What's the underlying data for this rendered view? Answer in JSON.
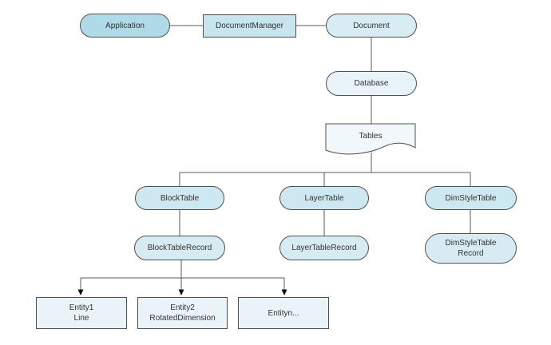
{
  "diagram": {
    "nodes": {
      "application": {
        "label": "Application"
      },
      "document_manager": {
        "label": "DocumentManager"
      },
      "document": {
        "label": "Document"
      },
      "database": {
        "label": "Database"
      },
      "tables": {
        "label": "Tables"
      },
      "block_table": {
        "label": "BlockTable"
      },
      "layer_table": {
        "label": "LayerTable"
      },
      "dim_style_table": {
        "label": "DimStyleTable"
      },
      "block_table_record": {
        "label": "BlockTableRecord"
      },
      "layer_table_record": {
        "label": "LayerTableRecord"
      },
      "dim_style_table_record": {
        "line1": "DimStyleTable",
        "line2": "Record"
      },
      "entity1": {
        "line1": "Entity1",
        "line2": "Line"
      },
      "entity2": {
        "line1": "Entity2",
        "line2": "RotatedDimension"
      },
      "entityn": {
        "line1": "Entityn...",
        "line2": ""
      }
    }
  },
  "colors": {
    "c-app": "#aedbe7",
    "c-dm": "#c6e5ee",
    "c-doc": "#d7edf3",
    "c-db": "#e8f4f9",
    "c-tables": "#f0f8fb",
    "c-table": "#cde8f0",
    "c-record": "#d6ebf2",
    "c-entity": "#e9f3f8",
    "c-border": "#4f4f4f",
    "c-line": "#595959",
    "c-arrow": "#111111",
    "c-text": "#333333"
  }
}
